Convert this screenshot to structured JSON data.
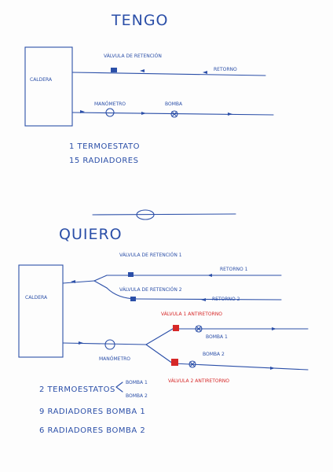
{
  "colors": {
    "ink": "#2b4fa8",
    "red": "#d62828"
  },
  "tengo": {
    "title": "TENGO",
    "boiler": "CALDERA",
    "check_valve": "VÁLVULA DE RETENCIÓN",
    "return": "RETORNO",
    "gauge": "MANÓMETRO",
    "pump": "BOMBA",
    "note1": "1 TERMOESTATO",
    "note2": "15 RADIADORES"
  },
  "quiero": {
    "title": "QUIERO",
    "boiler": "CALDERA",
    "check_valve_1": "VÁLVULA DE RETENCIÓN 1",
    "check_valve_2": "VÁLVULA DE RETENCIÓN 2",
    "return_1": "RETORNO 1",
    "return_2": "RETORNO 2",
    "gauge": "MANÓMETRO",
    "valve_1": "VÁLVULA 1 ANTIRETORNO",
    "valve_2": "VÁLVULA 2 ANTIRETORNO",
    "pump_1": "BOMBA 1",
    "pump_2": "BOMBA 2",
    "thermo": "2 TERMOESTATOS",
    "thermo_p1": "BOMBA 1",
    "thermo_p2": "BOMBA 2",
    "rad1": "9 RADIADORES BOMBA 1",
    "rad2": "6 RADIADORES BOMBA 2"
  }
}
